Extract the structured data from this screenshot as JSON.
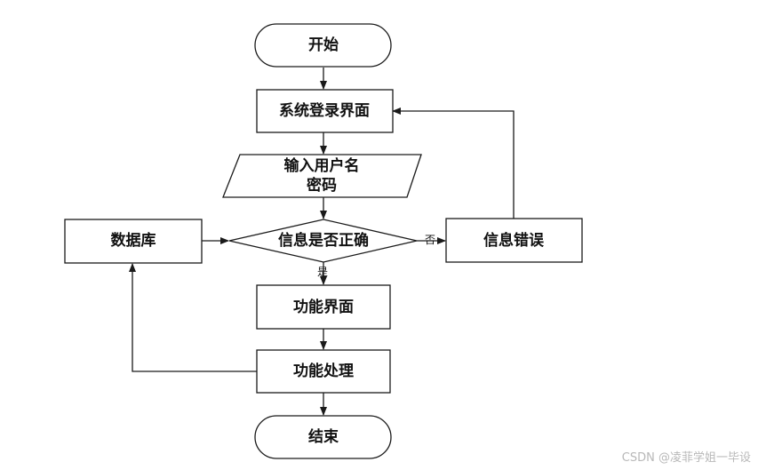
{
  "diagram": {
    "nodes": {
      "start": {
        "label": "开始"
      },
      "login": {
        "label": "系统登录界面"
      },
      "input": {
        "lines": [
          "输入用户名",
          "密码"
        ]
      },
      "check": {
        "label": "信息是否正确"
      },
      "error": {
        "label": "信息错误"
      },
      "database": {
        "label": "数据库"
      },
      "function_ui": {
        "label": "功能界面"
      },
      "function_proc": {
        "label": "功能处理"
      },
      "end": {
        "label": "结束"
      }
    },
    "edges": {
      "no_label": "否",
      "yes_label": "是"
    }
  },
  "watermark": "CSDN @凌菲学姐一毕设",
  "colors": {
    "line": "#1a1a1a",
    "text": "#111111",
    "watermark": "#b8b8b8"
  }
}
